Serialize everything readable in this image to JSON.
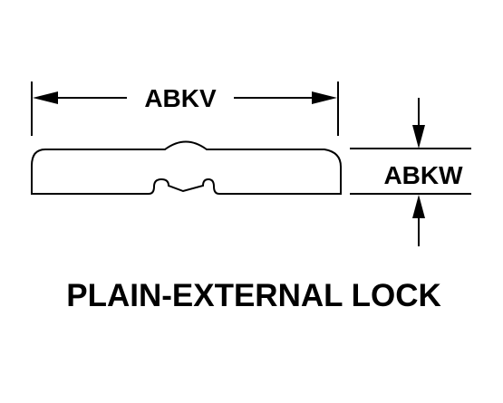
{
  "dimensions": {
    "width_label": "ABKV",
    "height_label": "ABKW"
  },
  "caption": "PLAIN-EXTERNAL LOCK",
  "colors": {
    "ink": "#000000",
    "background": "#ffffff"
  }
}
